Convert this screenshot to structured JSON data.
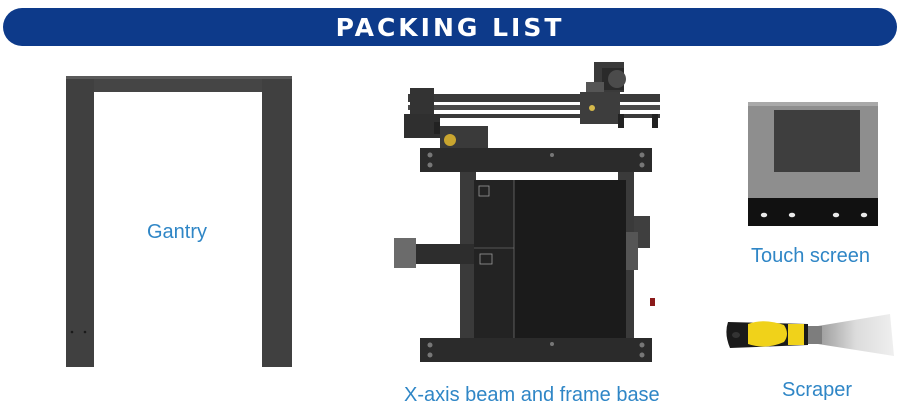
{
  "header": {
    "title": "PACKING LIST"
  },
  "items": [
    {
      "label": "Gantry",
      "icon": "gantry-frame-icon"
    },
    {
      "label": "X-axis beam and frame base",
      "icon": "x-axis-beam-frame-base-icon"
    },
    {
      "label": "Touch screen",
      "icon": "touch-screen-icon"
    },
    {
      "label": "Scraper",
      "icon": "scraper-icon"
    }
  ],
  "colors": {
    "banner": "#0d3a8a",
    "banner_text": "#ffffff",
    "caption": "#2f86c6",
    "frame": "#3e3e3e",
    "plate": "#1c1c1c",
    "handle_yellow": "#f0d21a"
  }
}
